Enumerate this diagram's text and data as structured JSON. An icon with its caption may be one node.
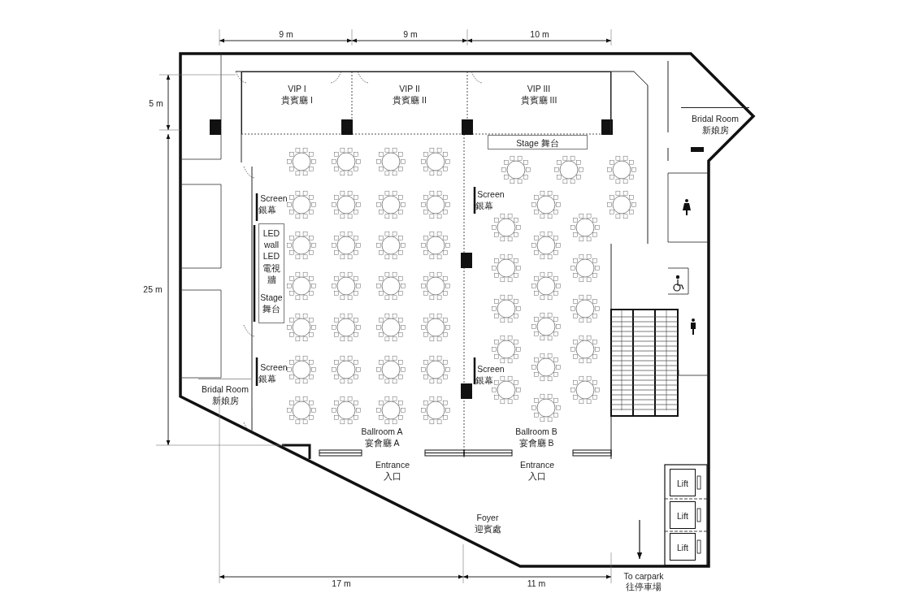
{
  "diagram": {
    "nodes": [
      {
        "text": [
          "VIP I",
          "貴賓廳 I"
        ]
      },
      {
        "text": [
          "VIP II",
          "貴賓廳 II"
        ]
      },
      {
        "text": [
          "VIP III",
          "貴賓廳 III"
        ]
      },
      {
        "text": [
          "Stage 舞台"
        ]
      },
      {
        "text": [
          "Bridal Room",
          "新娘房"
        ]
      },
      {
        "text": [
          "LED wall",
          "LED 電視牆",
          "Stage 舞台"
        ]
      },
      {
        "text": [
          "Bridal Room",
          "新娘房"
        ]
      },
      {
        "text": [
          "Lift"
        ]
      },
      {
        "text": [
          "Lift"
        ]
      },
      {
        "text": [
          "Lift"
        ]
      }
    ],
    "labels": [
      "9 m",
      "9 m",
      "10 m",
      "5 m",
      "25 m",
      "Screen",
      "銀幕",
      "Screen",
      "銀幕",
      "Screen",
      "銀幕",
      "Screen",
      "銀幕",
      "Ballroom A",
      "宴會廳 A",
      "Ballroom B",
      "宴會廳 B",
      "Entrance",
      "入口",
      "Entrance",
      "入口",
      "Foyer",
      "迎賓處",
      "17 m",
      "11 m",
      "To carpark",
      "往停車場"
    ]
  }
}
